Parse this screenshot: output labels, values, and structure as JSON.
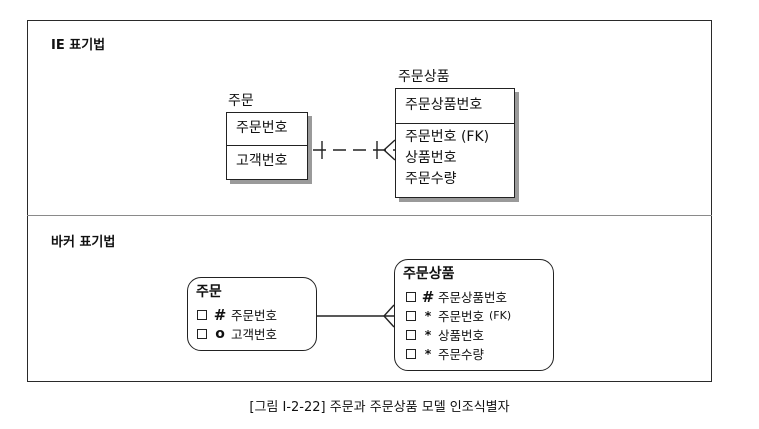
{
  "ie_section": {
    "label": "IE 표기법",
    "entity_order": {
      "title": "주문",
      "attributes": [
        "주문번호",
        "고객번호"
      ]
    },
    "entity_order_item": {
      "title": "주문상품",
      "key_attributes": [
        "주문상품번호"
      ],
      "attributes": [
        "주문번호 (FK)",
        "상품번호",
        "주문수량"
      ]
    }
  },
  "barker_section": {
    "label": "바커 표기법",
    "entity_order": {
      "title": "주문",
      "attributes": [
        {
          "symbol": "#",
          "name": "주문번호"
        },
        {
          "symbol": "o",
          "name": "고객번호"
        }
      ]
    },
    "entity_order_item": {
      "title": "주문상품",
      "attributes": [
        {
          "symbol": "#",
          "name": "주문상품번호"
        },
        {
          "symbol": "*",
          "name": "주문번호",
          "suffix": "(FK)"
        },
        {
          "symbol": "*",
          "name": "상품번호"
        },
        {
          "symbol": "*",
          "name": "주문수량"
        }
      ]
    }
  },
  "caption": "[그림 Ⅰ-2-22] 주문과 주문상품 모델 인조식별자"
}
